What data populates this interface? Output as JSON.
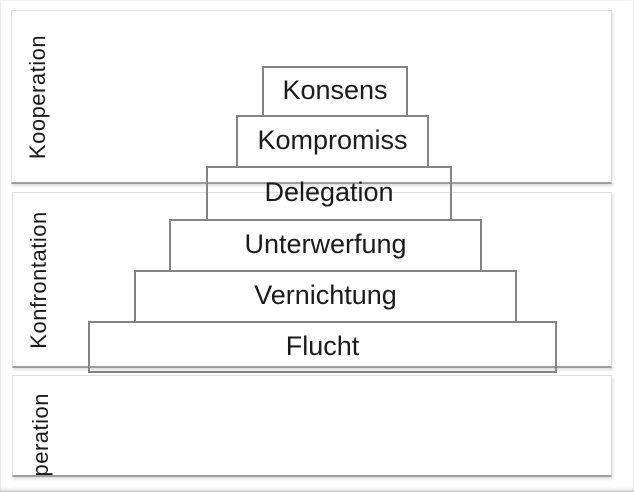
{
  "slide": {
    "bands": [
      {
        "id": "kooperation",
        "label": "Kooperation"
      },
      {
        "id": "konfrontation",
        "label": "Konfrontation"
      },
      {
        "id": "peration",
        "label": "peration",
        "note": "clipped at band bottom edge"
      }
    ],
    "pyramid_levels": [
      {
        "label": "Konsens"
      },
      {
        "label": "Kompromiss"
      },
      {
        "label": "Delegation"
      },
      {
        "label": "Unterwerfung"
      },
      {
        "label": "Vernichtung"
      },
      {
        "label": "Flucht"
      }
    ],
    "colors": {
      "band_border": "#e0e0e0",
      "band_border_bottom": "#9e9e9e",
      "box_border": "#848484",
      "text": "#1b1b1b"
    }
  }
}
